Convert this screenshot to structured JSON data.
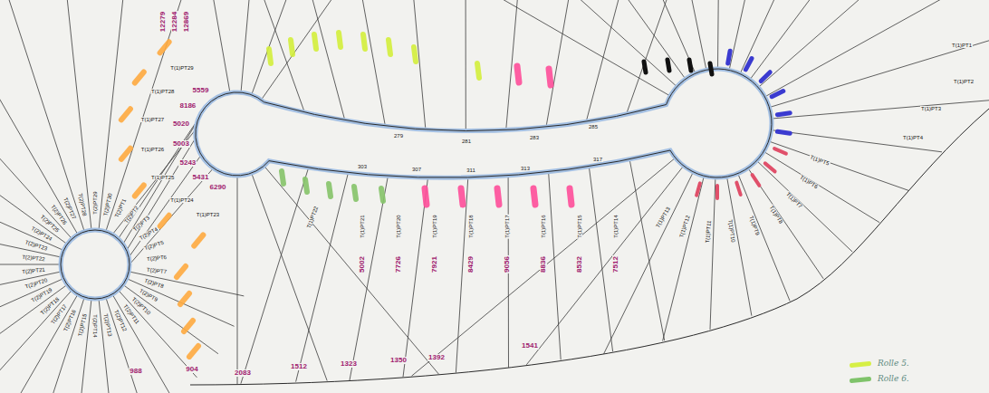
{
  "diagram": {
    "labels": [
      "T(1)PT1",
      "T(1)PT2",
      "T(1)PT3",
      "T(1)PT4",
      "T(1)PT5",
      "T(1)PT6",
      "T(1)PT7",
      "T(1)PT8",
      "T(1)PT9",
      "T(1)PT10",
      "T(1)PT11",
      "T(1)PT12",
      "T(1)PT13",
      "T(1)PT14",
      "T(1)PT15",
      "T(1)PT16",
      "T(1)PT17",
      "T(1)PT18",
      "T(1)PT19",
      "T(1)PT20",
      "T(1)PT21",
      "T(1)PT22",
      "T(1)PT23",
      "T(1)PT24",
      "T(1)PT25",
      "T(1)PT26",
      "T(1)PT27",
      "T(1)PT28",
      "T(1)PT29",
      "T(2)PT1",
      "T(2)PT2",
      "T(2)PT3",
      "T(2)PT4",
      "T(2)PT5",
      "T(2)PT6",
      "T(2)PT7",
      "T(2)PT8",
      "T(2)PT9",
      "T(2)PT10",
      "T(2)PT11",
      "T(2)PT12",
      "T(2)PT13",
      "T(2)PT14",
      "T(2)PT15",
      "T(2)PT16",
      "T(2)PT17",
      "T(2)PT18",
      "T(2)PT19",
      "T(2)PT20",
      "T(2)PT21",
      "T(2)PT22",
      "T(2)PT23",
      "T(2)PT24",
      "T(2)PT25",
      "T(2)PT26",
      "T(2)PT27",
      "T(2)PT28",
      "T(2)PT29",
      "T(2)PT30",
      "6290",
      "5431",
      "5243",
      "5003",
      "5020",
      "8186",
      "5559",
      "7512",
      "8532",
      "8836",
      "9056",
      "8429",
      "7921",
      "7726",
      "5002",
      "988",
      "904",
      "2083",
      "1512",
      "1323",
      "1350",
      "1392",
      "1541",
      "12279",
      "12284",
      "12869",
      "279",
      "281",
      "283",
      "285",
      "303",
      "307",
      "311",
      "313",
      "317"
    ],
    "legend": [
      {
        "text": "Rolle 5.",
        "color": "#d6ef45"
      },
      {
        "text": "Rolle 6.",
        "color": "#7fc36a"
      }
    ]
  }
}
